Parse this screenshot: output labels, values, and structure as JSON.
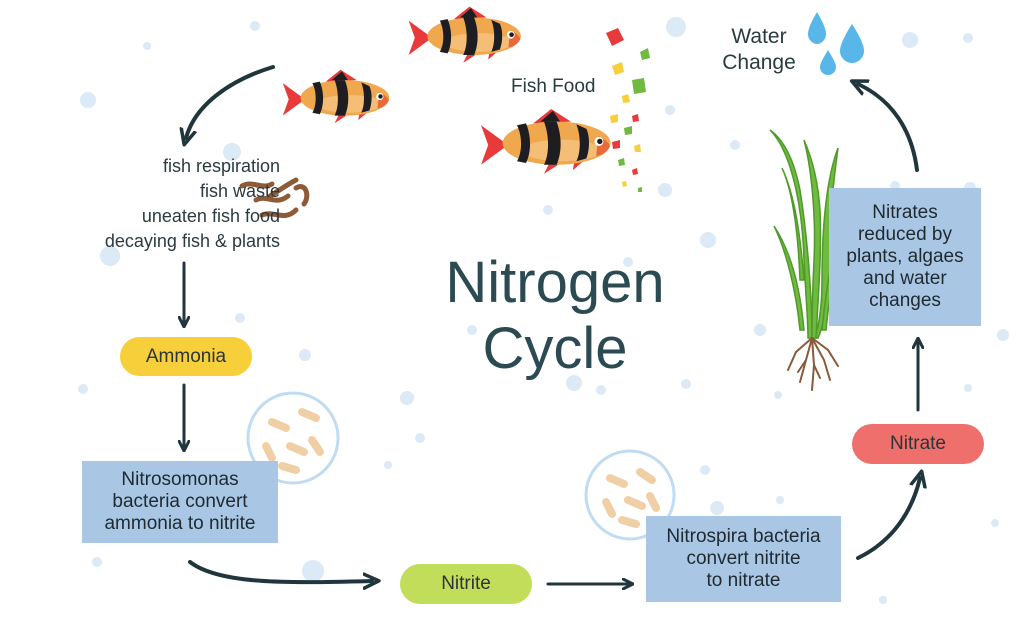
{
  "title": {
    "line1": "Nitrogen",
    "line2": "Cycle"
  },
  "sources": [
    "fish respiration",
    "fish waste",
    "uneaten fish food",
    "decaying fish & plants"
  ],
  "fish_food_label": "Fish Food",
  "water_change_label": {
    "line1": "Water",
    "line2": "Change"
  },
  "ammonia_label": "Ammonia",
  "nitrosomonas_box": [
    "Nitrosomonas",
    "bacteria convert",
    "ammonia to nitrite"
  ],
  "nitrite_label": "Nitrite",
  "nitrospira_box": [
    "Nitrospira bacteria",
    "convert nitrite",
    "to nitrate"
  ],
  "nitrate_label": "Nitrate",
  "nitrates_box": [
    "Nitrates",
    "reduced by",
    "plants, algaes",
    "and water",
    "changes"
  ],
  "colors": {
    "ammonia_pill": "#f7cf3b",
    "nitrite_pill": "#c2dd5a",
    "nitrate_pill": "#ef6f6c",
    "info_box": "#a9c7e4",
    "arrow": "#21363c",
    "fish_body": "#f0a84e",
    "fish_stripe": "#1e1e22",
    "fish_fin": "#e83a3a",
    "bubble": "#dce9f6",
    "water_drop": "#58b6e8",
    "plant": "#6fba3f",
    "roots": "#8a5a3a",
    "bacteria": "#f1cfa6",
    "worm": "#8e5b39"
  },
  "icons": [
    "fish-icon",
    "fish-food-flakes-icon",
    "water-drop-icon",
    "aquatic-plant-icon",
    "bacteria-circle-icon",
    "waste-worm-icon",
    "bubble-icon"
  ]
}
